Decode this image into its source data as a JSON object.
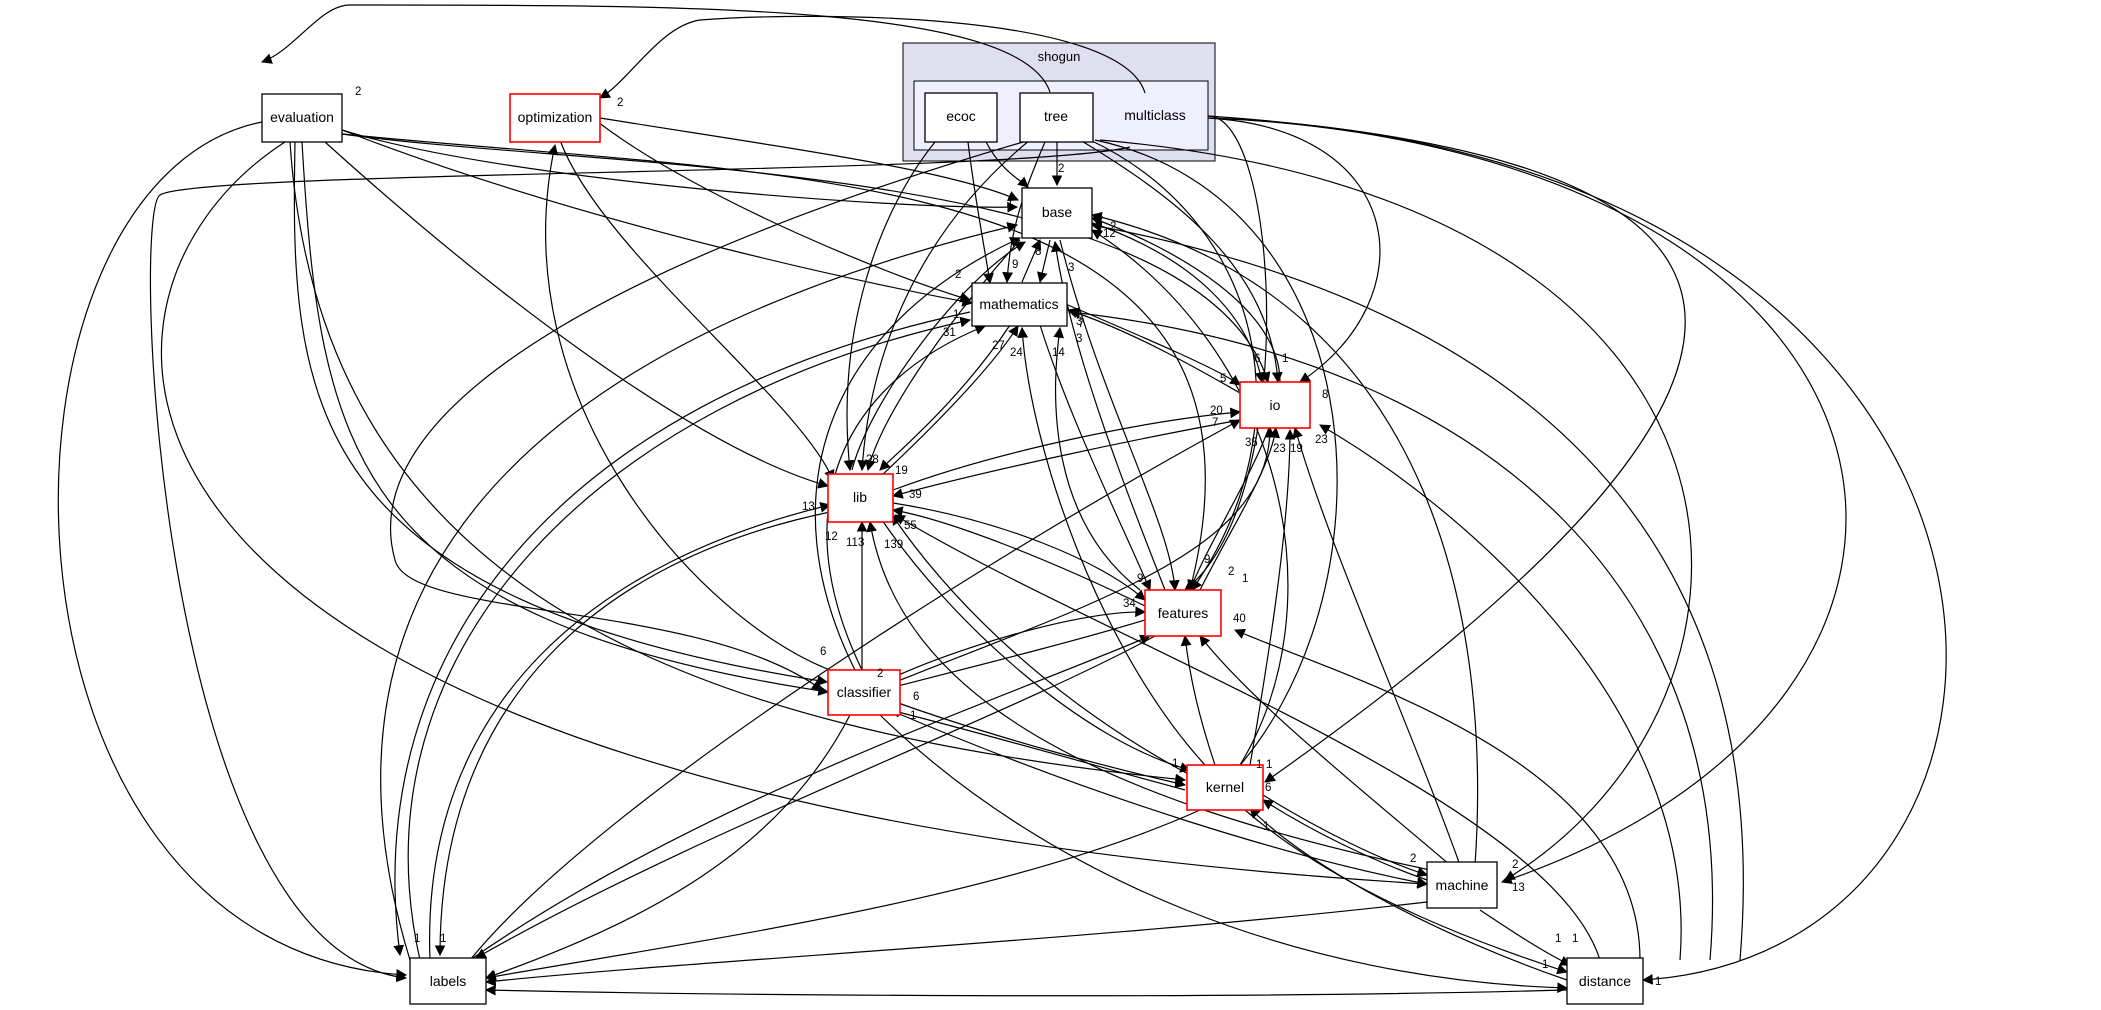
{
  "colors": {
    "edge": "#000000",
    "node_border": "#000000",
    "highlight_border": "#ff0000",
    "cluster_outer_fill": "#dfdfef",
    "cluster_inner_fill": "#efefff"
  },
  "cluster": {
    "label": "shogun",
    "node": "multiclass"
  },
  "nodes": {
    "evaluation": "evaluation",
    "optimization": "optimization",
    "ecoc": "ecoc",
    "tree": "tree",
    "multiclass": "multiclass",
    "base": "base",
    "mathematics": "mathematics",
    "io": "io",
    "lib": "lib",
    "features": "features",
    "classifier": "classifier",
    "kernel": "kernel",
    "machine": "machine",
    "labels": "labels",
    "distance": "distance"
  },
  "edge_labels": {
    "e01": "2",
    "e02": "2",
    "e03": "2",
    "e04": "1",
    "e05": "2",
    "e06": "8",
    "e07": "3",
    "e08": "9",
    "e09": "12",
    "e10": "2",
    "e11": "1",
    "e12": "7",
    "e13": "31",
    "e14": "27",
    "e15": "24",
    "e16": "14",
    "e17": "3",
    "e18": "5",
    "e19": "6",
    "e20": "1",
    "e21": "20",
    "e22": "7",
    "e23": "35",
    "e24": "23",
    "e25": "19",
    "e26": "23",
    "e27": "8",
    "e28": "39",
    "e29": "19",
    "e30": "28",
    "e31": "55",
    "e32": "12",
    "e33": "113",
    "e34": "139",
    "e35": "13",
    "e36": "9",
    "e37": "34",
    "e38": "9",
    "e39": "40",
    "e40": "2",
    "e41": "1",
    "e42": "2",
    "e43": "6",
    "e44": "6",
    "e45": "1",
    "e46": "6",
    "e47": "1",
    "e48": "2",
    "e49": "13",
    "e50": "2",
    "e51": "1",
    "e52": "1",
    "e53": "1",
    "e54": "1",
    "e55": "1",
    "e56": "1",
    "e57": "1",
    "e58": "1",
    "e59": "1",
    "e60": "3"
  }
}
